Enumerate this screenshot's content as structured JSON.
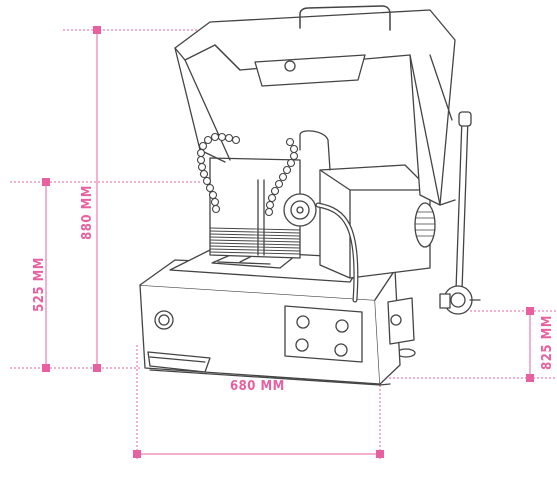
{
  "colors": {
    "accent": "#e8609f",
    "line": "#444444",
    "fill": "#ffffff"
  },
  "dimensions": {
    "height_total": "880 MM",
    "height_base": "525 MM",
    "depth": "825 MM",
    "width": "680 MM"
  },
  "icons": [
    "machine-illustration",
    "dimension-marker"
  ]
}
